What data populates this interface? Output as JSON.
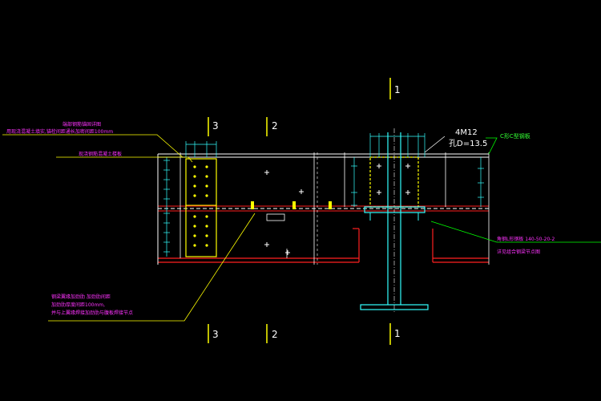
{
  "section_marks": {
    "top_1": "1",
    "bottom_1": "1",
    "top_2": "2",
    "bottom_2": "2",
    "top_3": "3",
    "bottom_3": "3"
  },
  "labels": {
    "bolt_group": "4M12",
    "bolt_hole": "孔D=13.5",
    "right_top_note": "C形C型钢板",
    "right_mid_note": "角钢L形钢板 140-50-20-2",
    "right_low_note": "详见组合钢梁节点图",
    "left_top_1": "端部钢筋锚固详图",
    "left_top_2": "用现浇混凝土填实,锚栓间距通长加密间距100mm",
    "left_mid": "现浇钢筋混凝土楼板",
    "left_bot_1": "钢梁翼缘加劲肋 加劲肋间距",
    "left_bot_2": "加劲肋厚度间距100mm,",
    "left_bot_3": "并与上翼缘焊接加劲肋与腹板焊接节点"
  },
  "colors": {
    "steel": "#ffffff",
    "accent_red": "#ff2020",
    "accent_yellow": "#ffff00",
    "accent_green": "#00ff00",
    "accent_cyan": "#33ffff",
    "accent_magenta": "#ff33ff"
  }
}
